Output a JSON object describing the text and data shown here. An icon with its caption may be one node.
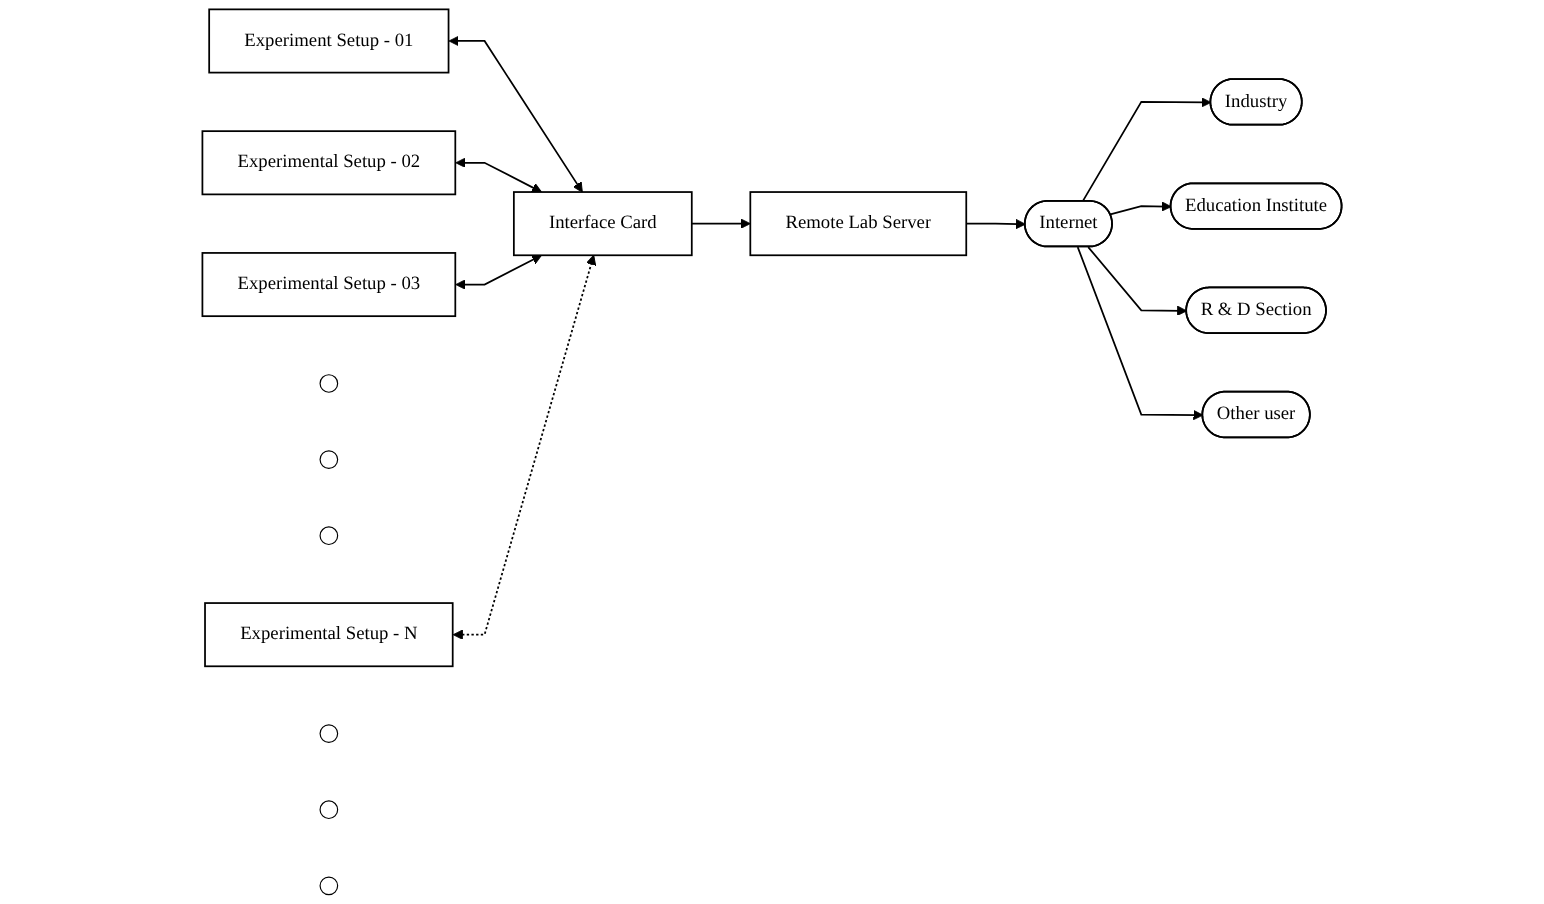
{
  "diagram": {
    "nodes": [
      {
        "text": [
          "Experiment Setup - 01"
        ]
      },
      {
        "text": [
          "Experimental Setup - 02"
        ]
      },
      {
        "text": [
          "Experimental Setup - 03"
        ]
      },
      {
        "text": [],
        "shape": "circle"
      },
      {
        "text": [],
        "shape": "circle"
      },
      {
        "text": [],
        "shape": "circle"
      },
      {
        "text": [
          "Experimental Setup - N"
        ]
      },
      {
        "text": [
          "Interface Card"
        ]
      },
      {
        "text": [
          "Remote Lab Server"
        ]
      },
      {
        "text": [
          "Internet"
        ]
      },
      {
        "text": [
          "Industry"
        ]
      },
      {
        "text": [
          "Education Institute"
        ]
      },
      {
        "text": [
          "R & D Section"
        ]
      },
      {
        "text": [],
        "shape": "circle"
      },
      {
        "text": [],
        "shape": "circle"
      },
      {
        "text": [],
        "shape": "circle"
      },
      {
        "text": [
          "Other user"
        ]
      }
    ],
    "edges": [
      {
        "from": 0,
        "to": 7,
        "arrow": "both"
      },
      {
        "from": 1,
        "to": 7,
        "arrow": "both"
      },
      {
        "from": 2,
        "to": 7,
        "arrow": "both"
      },
      {
        "from": 6,
        "to": 7,
        "arrow": "both",
        "style": "dashed"
      },
      {
        "from": 7,
        "to": 8,
        "arrow": "to"
      },
      {
        "from": 8,
        "to": 9,
        "arrow": "to"
      },
      {
        "from": 9,
        "to": 10,
        "arrow": "to"
      },
      {
        "from": 9,
        "to": 11,
        "arrow": "to"
      },
      {
        "from": 9,
        "to": 12,
        "arrow": "to"
      },
      {
        "from": 9,
        "to": 16,
        "arrow": "to"
      }
    ]
  }
}
